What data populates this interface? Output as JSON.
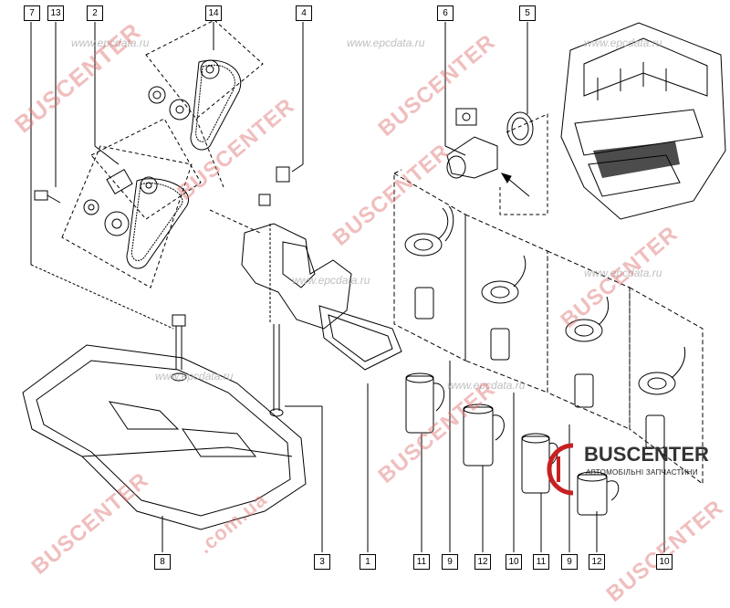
{
  "callouts": {
    "c7": "7",
    "c13": "13",
    "c2": "2",
    "c14": "14",
    "c4": "4",
    "c6": "6",
    "c5": "5",
    "c8": "8",
    "c3": "3",
    "c1": "1",
    "c11a": "11",
    "c9a": "9",
    "c12a": "12",
    "c10a": "10",
    "c11b": "11",
    "c9b": "9",
    "c12b": "12",
    "c10b": "10"
  },
  "watermarks": {
    "epcdata": "www.epcdata.ru",
    "buscenter": "BUSCENTER",
    "domain": ".com.ua"
  },
  "logo": {
    "brand": "BUSCENTER",
    "tagline": "АВТОМОБІЛЬНІ ЗАПЧАСТИНИ"
  },
  "colors": {
    "line": "#000000",
    "watermark": "#e07070",
    "accent": "#c82020"
  }
}
